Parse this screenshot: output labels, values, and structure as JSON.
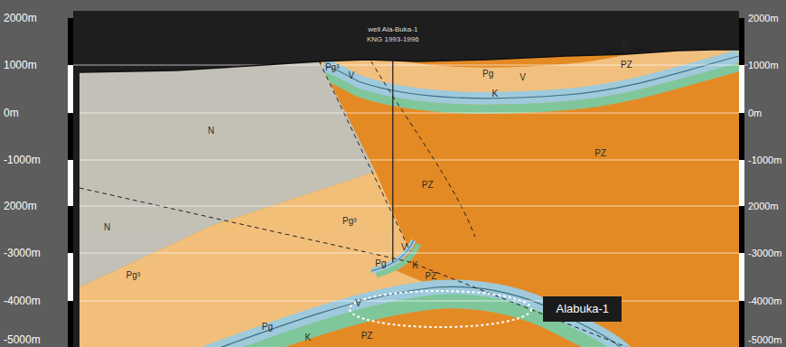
{
  "diagram": {
    "nodes": [
      {
        "text": [
          "Alabuka-1"
        ]
      }
    ],
    "labels": [
      "2000m",
      "1000m",
      "0m",
      "-1000m",
      "2000m",
      "-3000m",
      "-4000m",
      "-5000m",
      "2000m",
      "1000m",
      "0m",
      "-1000m",
      "2000m",
      "-3000m",
      "-4000m",
      "-5000m",
      "well Ala-Buka-1",
      "KNG 1993-1996",
      "K",
      "Pg³",
      "Pg",
      "V",
      "PZ",
      "V",
      "K",
      "N",
      "PZ",
      "PZ",
      "N",
      "Pg³",
      "V",
      "Pg",
      "K",
      "PZ",
      "Pg³",
      "V",
      "Pg",
      "K",
      "PZ"
    ]
  }
}
